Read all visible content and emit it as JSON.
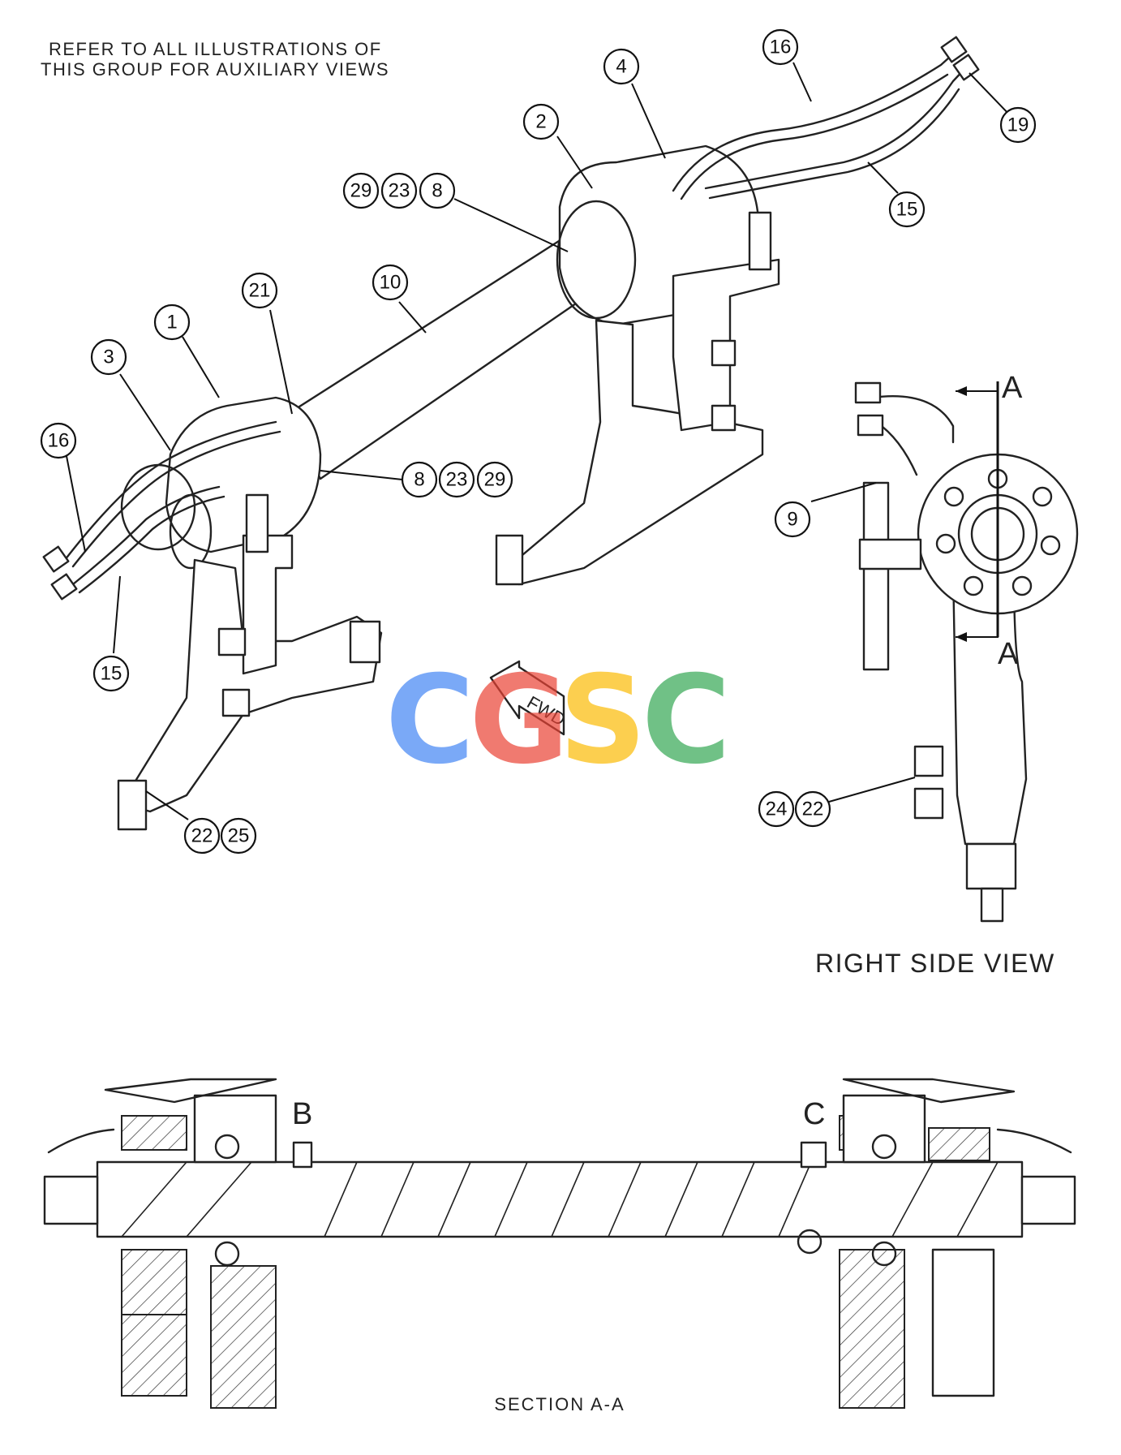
{
  "notes": {
    "line1": "REFER TO ALL ILLUSTRATIONS OF",
    "line2": "THIS GROUP FOR AUXILIARY VIEWS"
  },
  "captions": {
    "right_side_view": "RIGHT SIDE VIEW",
    "section": "SECTION A-A",
    "section_mark_top": "A",
    "section_mark_bottom": "A",
    "detail_b": "B",
    "detail_c": "C",
    "fwd": "FWD"
  },
  "watermark": {
    "letters": [
      "C",
      "G",
      "S",
      "C"
    ],
    "colors": [
      "#4285f4",
      "#ea4335",
      "#fbbc05",
      "#34a853"
    ]
  },
  "callouts": [
    {
      "id": "c16a",
      "label": "16"
    },
    {
      "id": "c4",
      "label": "4"
    },
    {
      "id": "c2",
      "label": "2"
    },
    {
      "id": "c19",
      "label": "19"
    },
    {
      "id": "c15a",
      "label": "15"
    },
    {
      "id": "c29a",
      "label": "29"
    },
    {
      "id": "c23a",
      "label": "23"
    },
    {
      "id": "c8a",
      "label": "8"
    },
    {
      "id": "c10",
      "label": "10"
    },
    {
      "id": "c21",
      "label": "21"
    },
    {
      "id": "c1",
      "label": "1"
    },
    {
      "id": "c3",
      "label": "3"
    },
    {
      "id": "c16b",
      "label": "16"
    },
    {
      "id": "c8b",
      "label": "8"
    },
    {
      "id": "c23b",
      "label": "23"
    },
    {
      "id": "c29b",
      "label": "29"
    },
    {
      "id": "c15b",
      "label": "15"
    },
    {
      "id": "c22a",
      "label": "22"
    },
    {
      "id": "c25",
      "label": "25"
    },
    {
      "id": "c9",
      "label": "9"
    },
    {
      "id": "c24",
      "label": "24"
    },
    {
      "id": "c22b",
      "label": "22"
    }
  ]
}
